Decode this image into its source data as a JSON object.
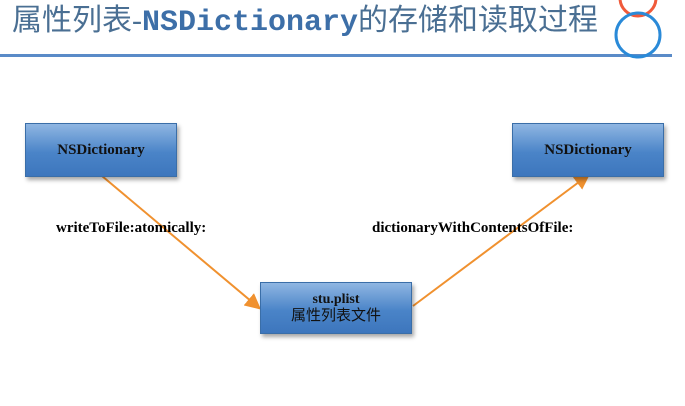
{
  "title": {
    "prefix": "属性列表-",
    "mono": "NSDictionary",
    "suffix": "的存储和读取过程"
  },
  "nodes": {
    "source": "NSDictionary",
    "target": "NSDictionary",
    "file_name": "stu.plist",
    "file_desc": "属性列表文件"
  },
  "edges": {
    "write": "writeToFile:atomically:",
    "read": "dictionaryWithContentsOfFile:"
  },
  "colors": {
    "arrow": "#f0912f",
    "box": "#4a84c8"
  }
}
